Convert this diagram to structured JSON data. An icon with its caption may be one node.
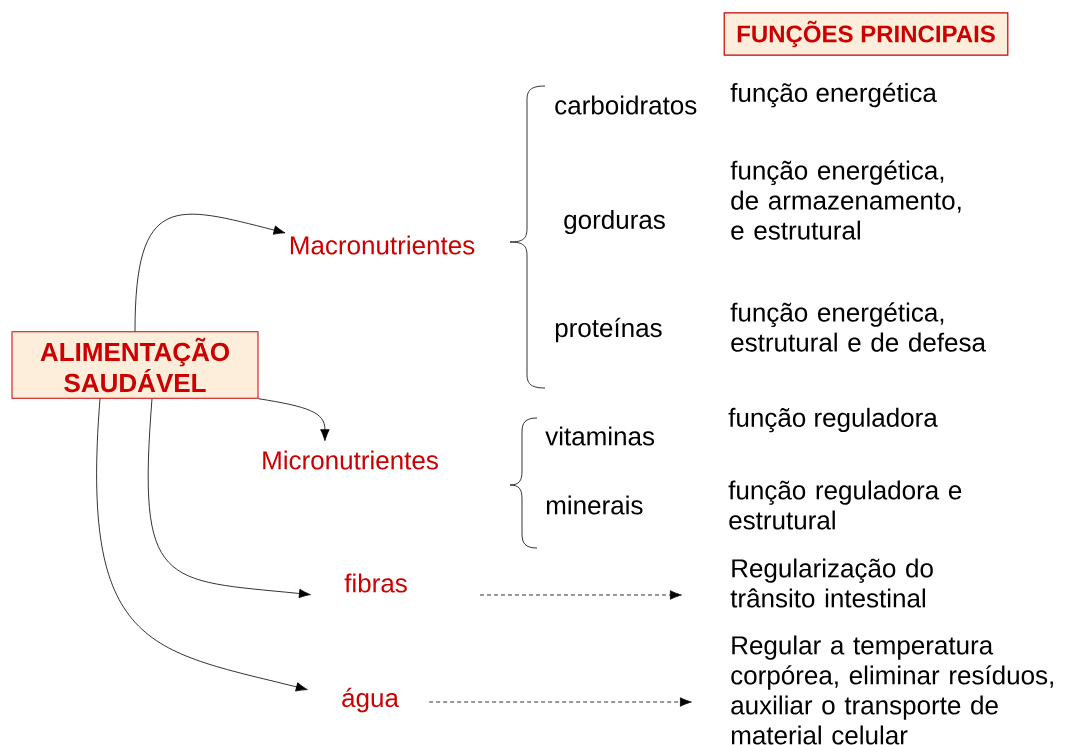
{
  "diagram": {
    "nodes": [
      {
        "text": [
          "FUNÇÕES PRINCIPAIS"
        ]
      },
      {
        "text": [
          "ALIMENTAÇÃO SAUDÁVEL"
        ]
      },
      {
        "text": [
          "Macronutrientes"
        ]
      },
      {
        "text": [
          "Micronutrientes"
        ]
      },
      {
        "text": [
          "fibras"
        ]
      },
      {
        "text": [
          "água"
        ]
      },
      {
        "text": [
          "Regularização do trânsito intestinal"
        ]
      },
      {
        "text": [
          "Regular a temperatura corpórea, eliminar resíduos, auxiliar o transporte de material celular"
        ]
      }
    ],
    "edges": [
      {
        "from": 1,
        "to": 2,
        "arrow": "to"
      },
      {
        "from": 1,
        "to": 3,
        "arrow": "to"
      },
      {
        "from": 1,
        "to": 4,
        "arrow": "to"
      },
      {
        "from": 1,
        "to": 5,
        "arrow": "to"
      },
      {
        "from": 4,
        "to": 6,
        "arrow": "to",
        "style": "dashed"
      },
      {
        "from": 5,
        "to": 7,
        "arrow": "to",
        "style": "dashed"
      }
    ],
    "labels": [
      "função energética",
      "carboidratos",
      "função energética, de armazenamento, e estrutural",
      "gorduras",
      "função energética, estrutural e de defesa",
      "proteínas",
      "função reguladora",
      "vitaminas",
      "função reguladora e estrutural",
      "minerais"
    ]
  }
}
